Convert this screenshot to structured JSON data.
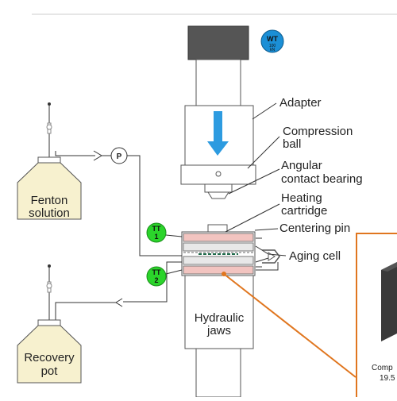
{
  "labels": {
    "adapter": "Adapter",
    "compression": "Compression",
    "ball": "ball",
    "angular": "Angular",
    "contact_bearing": "contact bearing",
    "heating": "Heating",
    "cartridge": "cartridge",
    "centering_pin": "Centering pin",
    "aging_cell": "Aging cell",
    "hydraulic": "Hydraulic",
    "jaws": "jaws",
    "fenton": "Fenton",
    "solution": "solution",
    "recovery": "Recovery",
    "pot": "pot",
    "comp_partial": "Comp",
    "num_partial": "19.5"
  },
  "badges": {
    "wt": {
      "label": "WT",
      "sub1": "100",
      "sub2": "kN",
      "color": "#1b8fd6"
    },
    "tt1": {
      "label": "TT",
      "num": "1",
      "color": "#2bd42b"
    },
    "tt2": {
      "label": "TT",
      "num": "2",
      "color": "#2bd42b"
    },
    "pump": {
      "label": "P"
    }
  },
  "colors": {
    "heater": "#f2c4c0",
    "arrow": "#2d9be0",
    "orange": "#e0761f",
    "tank": "#f7f1cf",
    "block": "#3a3a3a"
  }
}
